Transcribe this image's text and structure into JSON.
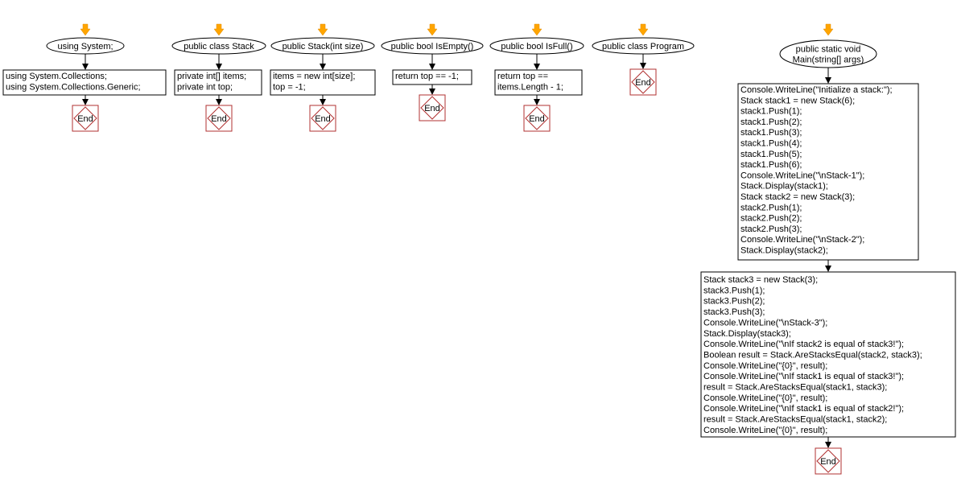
{
  "flowcharts": [
    {
      "id": "using",
      "header": [
        "using System;"
      ],
      "body": [
        "using System.Collections;",
        "using System.Collections.Generic;"
      ],
      "end": "End"
    },
    {
      "id": "class-stack",
      "header": [
        "public class Stack"
      ],
      "body": [
        "private int[] items;",
        "private int top;"
      ],
      "end": "End"
    },
    {
      "id": "ctor",
      "header": [
        "public Stack(int size)"
      ],
      "body": [
        "items = new int[size];",
        "top = -1;"
      ],
      "end": "End"
    },
    {
      "id": "isempty",
      "header": [
        "public bool IsEmpty()"
      ],
      "body": [
        "return top == -1;"
      ],
      "end": "End"
    },
    {
      "id": "isfull",
      "header": [
        "public bool IsFull()"
      ],
      "body": [
        "return top ==",
        "items.Length - 1;"
      ],
      "end": "End"
    },
    {
      "id": "program",
      "header": [
        "public class Program"
      ],
      "body": [],
      "end": "End"
    },
    {
      "id": "main",
      "header": [
        "public static void",
        "Main(string[] args)"
      ],
      "body": [
        "Console.WriteLine(\"Initialize a stack:\");",
        "Stack stack1 = new Stack(6);",
        "stack1.Push(1);",
        "stack1.Push(2);",
        "stack1.Push(3);",
        "stack1.Push(4);",
        "stack1.Push(5);",
        "stack1.Push(6);",
        "Console.WriteLine(\"\\nStack-1\");",
        "Stack.Display(stack1);",
        "Stack stack2 = new Stack(3);",
        "stack2.Push(1);",
        "stack2.Push(2);",
        "stack2.Push(3);",
        "Console.WriteLine(\"\\nStack-2\");",
        "Stack.Display(stack2);"
      ],
      "body2": [
        "Stack stack3 = new Stack(3);",
        "stack3.Push(1);",
        "stack3.Push(2);",
        "stack3.Push(3);",
        "Console.WriteLine(\"\\nStack-3\");",
        "Stack.Display(stack3);",
        "Console.WriteLine(\"\\nIf stack2 is equal of stack3!\");",
        "Boolean result = Stack.AreStacksEqual(stack2, stack3);",
        "Console.WriteLine(\"{0}\", result);",
        "Console.WriteLine(\"\\nIf stack1 is equal of stack3!\");",
        "result = Stack.AreStacksEqual(stack1, stack3);",
        "Console.WriteLine(\"{0}\", result);",
        "Console.WriteLine(\"\\nIf stack1 is equal of stack2!\");",
        "result = Stack.AreStacksEqual(stack1, stack2);",
        "Console.WriteLine(\"{0}\", result);"
      ],
      "end": "End"
    }
  ],
  "colors": {
    "start_arrow": "#ffa500",
    "end_border": "#b03030",
    "line": "#000000"
  }
}
